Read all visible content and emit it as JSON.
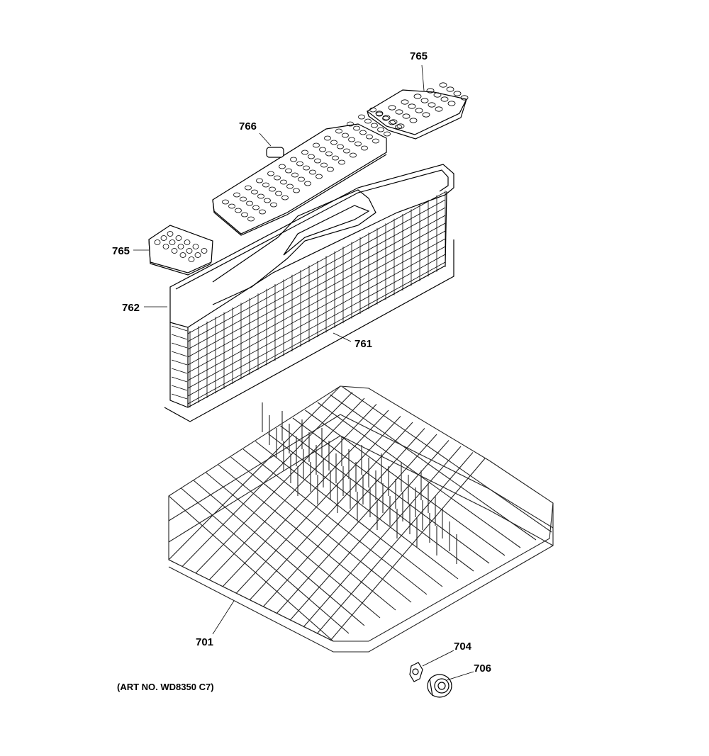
{
  "callouts": {
    "c765_top": "765",
    "c766": "766",
    "c765_left": "765",
    "c762": "762",
    "c761": "761",
    "c701": "701",
    "c704": "704",
    "c706": "706"
  },
  "art_number": "(ART NO. WD8350 C7)"
}
